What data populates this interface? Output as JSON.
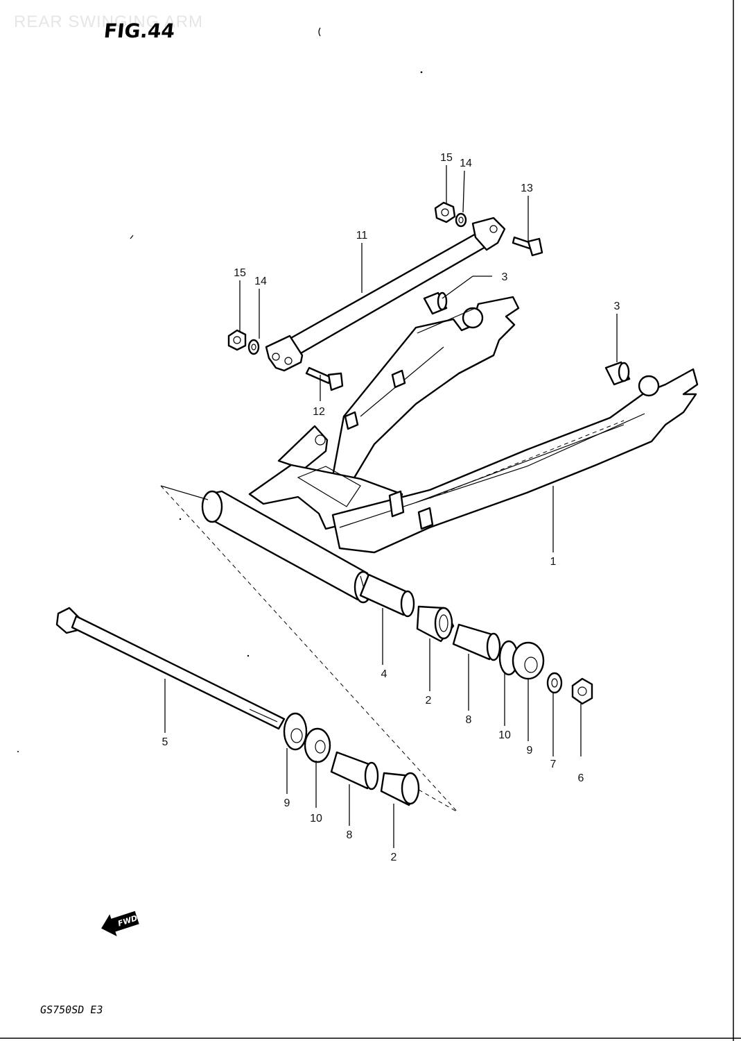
{
  "watermark": "REAR SWINGING ARM",
  "figure_title": "FIG.44",
  "model_code": "GS750SD  E3",
  "forward_arrow_label": "FWD",
  "callouts": [
    {
      "id": "c15a",
      "label": "15"
    },
    {
      "id": "c14a",
      "label": "14"
    },
    {
      "id": "c13",
      "label": "13"
    },
    {
      "id": "c11",
      "label": "11"
    },
    {
      "id": "c3a",
      "label": "3"
    },
    {
      "id": "c15b",
      "label": "15"
    },
    {
      "id": "c14b",
      "label": "14"
    },
    {
      "id": "c3b",
      "label": "3"
    },
    {
      "id": "c12",
      "label": "12"
    },
    {
      "id": "c1",
      "label": "1"
    },
    {
      "id": "c4",
      "label": "4"
    },
    {
      "id": "c2a",
      "label": "2"
    },
    {
      "id": "c8a",
      "label": "8"
    },
    {
      "id": "c10a",
      "label": "10"
    },
    {
      "id": "c9a",
      "label": "9"
    },
    {
      "id": "c7",
      "label": "7"
    },
    {
      "id": "c6",
      "label": "6"
    },
    {
      "id": "c5",
      "label": "5"
    },
    {
      "id": "c9b",
      "label": "9"
    },
    {
      "id": "c10b",
      "label": "10"
    },
    {
      "id": "c8b",
      "label": "8"
    },
    {
      "id": "c2b",
      "label": "2"
    }
  ]
}
